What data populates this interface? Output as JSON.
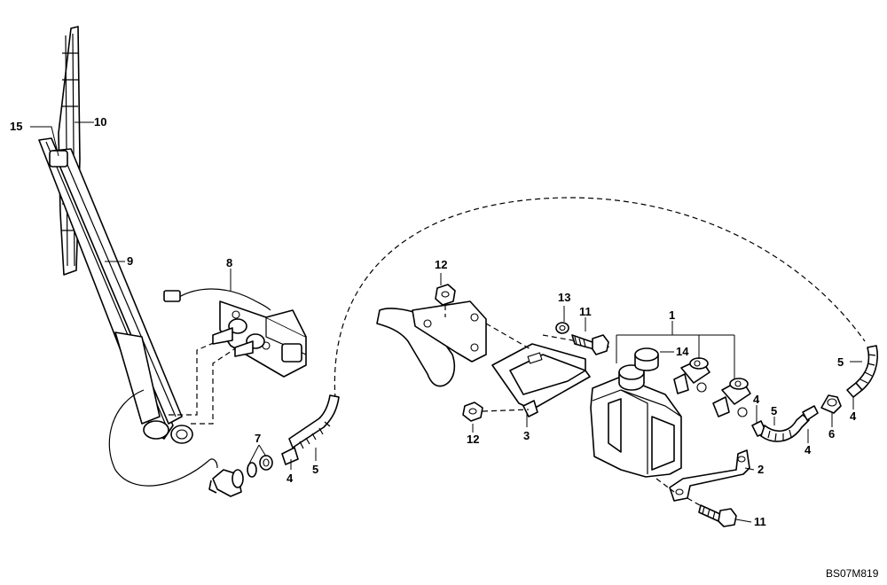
{
  "drawing_code": "BS07M819",
  "callouts": {
    "c1": "1",
    "c2": "2",
    "c3": "3",
    "c4a": "4",
    "c4b": "4",
    "c4c": "4",
    "c4d": "4",
    "c5a": "5",
    "c5b": "5",
    "c5c": "5",
    "c6": "6",
    "c7": "7",
    "c8": "8",
    "c9": "9",
    "c10": "10",
    "c11a": "11",
    "c11b": "11",
    "c12a": "12",
    "c12b": "12",
    "c13": "13",
    "c14": "14",
    "c15": "15"
  }
}
